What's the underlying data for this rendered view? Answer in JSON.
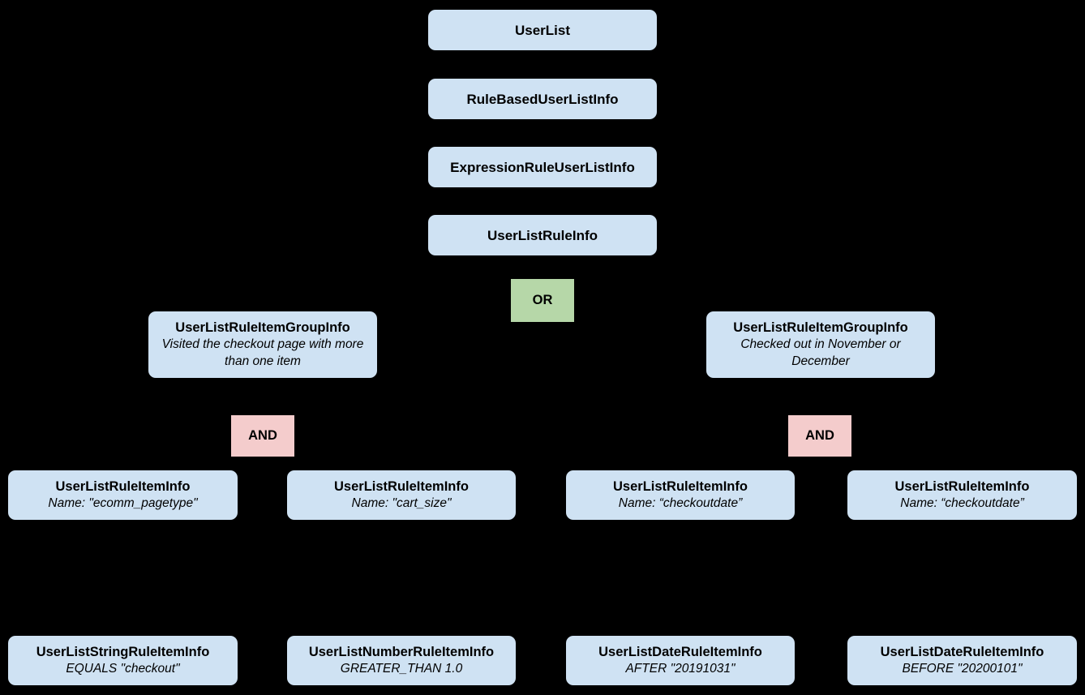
{
  "canvas": {
    "background": "#000000"
  },
  "colors": {
    "node_fill": "#cfe2f3",
    "or_fill": "#b6d7a8",
    "and_fill": "#f4cccc",
    "text": "#000000"
  },
  "chain": [
    {
      "label": "UserList"
    },
    {
      "label": "RuleBasedUserListInfo"
    },
    {
      "label": "ExpressionRuleUserListInfo"
    },
    {
      "label": "UserListRuleInfo"
    }
  ],
  "or_operator": {
    "label": "OR"
  },
  "groups": [
    {
      "title": "UserListRuleItemGroupInfo",
      "subtitle": "Visited the checkout page with more than one item",
      "operator": "AND"
    },
    {
      "title": "UserListRuleItemGroupInfo",
      "subtitle": "Checked out in November or December",
      "operator": "AND"
    }
  ],
  "rule_items": [
    {
      "title": "UserListRuleItemInfo",
      "subtitle": "Name: \"ecomm_pagetype\""
    },
    {
      "title": "UserListRuleItemInfo",
      "subtitle": "Name: \"cart_size\""
    },
    {
      "title": "UserListRuleItemInfo",
      "subtitle": "Name: “checkoutdate”"
    },
    {
      "title": "UserListRuleItemInfo",
      "subtitle": "Name: “checkoutdate”"
    }
  ],
  "leaf_items": [
    {
      "title": "UserListStringRuleItemInfo",
      "subtitle": "EQUALS \"checkout\""
    },
    {
      "title": "UserListNumberRuleItemInfo",
      "subtitle": "GREATER_THAN 1.0"
    },
    {
      "title": "UserListDateRuleItemInfo",
      "subtitle": "AFTER \"20191031\""
    },
    {
      "title": "UserListDateRuleItemInfo",
      "subtitle": "BEFORE \"20200101\""
    }
  ]
}
